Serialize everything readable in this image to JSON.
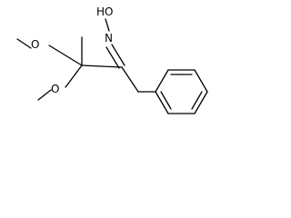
{
  "structure": {
    "atoms": {
      "hydroxyl": "HO",
      "oxime_nitrogen": "N",
      "methoxy_oxygen_upper": "O",
      "methoxy_oxygen_lower": "O"
    },
    "colors": {
      "bond": "#000000",
      "label": "#000000",
      "background": "#ffffff"
    }
  }
}
